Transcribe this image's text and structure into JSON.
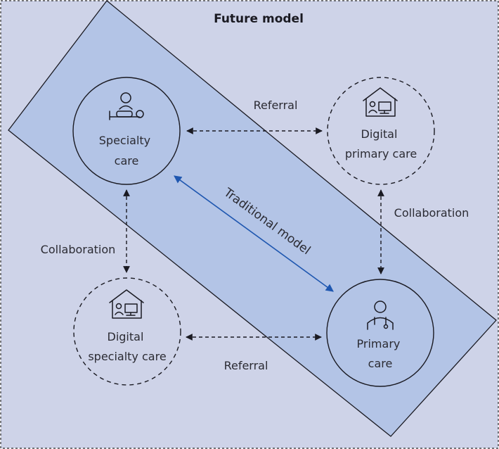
{
  "title": "Future model",
  "traditional_label": "Traditional model",
  "nodes": {
    "specialty": {
      "line1": "Specialty",
      "line2": "care",
      "icon": "patient-in-bed-icon"
    },
    "digital_primary": {
      "line1": "Digital",
      "line2": "primary care",
      "icon": "home-computer-icon"
    },
    "digital_specialty": {
      "line1": "Digital",
      "line2": "specialty care",
      "icon": "home-computer-icon"
    },
    "primary": {
      "line1": "Primary",
      "line2": "care",
      "icon": "doctor-icon"
    }
  },
  "edges": {
    "referral_top": "Referral",
    "referral_bottom": "Referral",
    "collab_right": "Collaboration",
    "collab_left": "Collaboration"
  },
  "colors": {
    "background": "#ced3e8",
    "band": "#b3c4e6",
    "traditional_arrow": "#1f57b0",
    "stroke": "#1a1a22"
  }
}
